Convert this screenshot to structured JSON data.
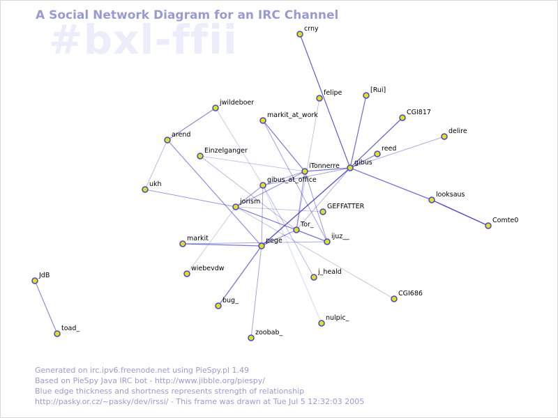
{
  "header": {
    "title": "A Social Network Diagram for an IRC Channel",
    "channel": "#bxl-ffii"
  },
  "colors": {
    "background": "#ffffff",
    "title": "#9a9ad2",
    "watermark": "#ececfb",
    "node_fill": "#e0e020",
    "node_stroke": "#4646c8",
    "edge": "#3c3cc8"
  },
  "graph": {
    "nodes": [
      {
        "id": "crny",
        "label": "crny"
      },
      {
        "id": "felipe",
        "label": "felipe"
      },
      {
        "id": "rui",
        "label": "[Rui]"
      },
      {
        "id": "cgi817",
        "label": "CGI817"
      },
      {
        "id": "jwildeboer",
        "label": "jwildeboer"
      },
      {
        "id": "markit_at_work",
        "label": "markit_at_work"
      },
      {
        "id": "delire",
        "label": "delire"
      },
      {
        "id": "arend",
        "label": "arend"
      },
      {
        "id": "reed",
        "label": "reed"
      },
      {
        "id": "einzelganger",
        "label": "Einzelganger"
      },
      {
        "id": "gibus",
        "label": "gibus"
      },
      {
        "id": "itonnerre",
        "label": "iTonnerre"
      },
      {
        "id": "gibus_at_office",
        "label": "gibus_at_office"
      },
      {
        "id": "ukh",
        "label": "ukh"
      },
      {
        "id": "looksaus",
        "label": "looksaus"
      },
      {
        "id": "jorism",
        "label": "jorism"
      },
      {
        "id": "geffatter",
        "label": "GEFFATTER"
      },
      {
        "id": "comte0",
        "label": "Comte0"
      },
      {
        "id": "tor_",
        "label": "Tor_"
      },
      {
        "id": "markit",
        "label": "markit"
      },
      {
        "id": "pege",
        "label": "pege"
      },
      {
        "id": "ijuz__",
        "label": "ijuz__"
      },
      {
        "id": "wiebevdw",
        "label": "wiebevdw"
      },
      {
        "id": "j_heald",
        "label": "j_heald"
      },
      {
        "id": "jdb",
        "label": "JdB"
      },
      {
        "id": "cgi686",
        "label": "CGI686"
      },
      {
        "id": "bug_",
        "label": "bug_"
      },
      {
        "id": "nulpic_",
        "label": "nulpic_"
      },
      {
        "id": "toad_",
        "label": "toad_"
      },
      {
        "id": "zoobab_",
        "label": "zoobab_"
      }
    ],
    "edges": [
      {
        "source": "crny",
        "target": "gibus",
        "strength": 0.75
      },
      {
        "source": "rui",
        "target": "gibus",
        "strength": 0.7
      },
      {
        "source": "cgi817",
        "target": "gibus",
        "strength": 0.75
      },
      {
        "source": "reed",
        "target": "gibus",
        "strength": 0.6
      },
      {
        "source": "delire",
        "target": "gibus",
        "strength": 0.35
      },
      {
        "source": "gibus",
        "target": "looksaus",
        "strength": 0.7
      },
      {
        "source": "looksaus",
        "target": "comte0",
        "strength": 0.9
      },
      {
        "source": "gibus",
        "target": "itonnerre",
        "strength": 0.65
      },
      {
        "source": "gibus",
        "target": "gibus_at_office",
        "strength": 0.4
      },
      {
        "source": "gibus",
        "target": "pege",
        "strength": 0.85
      },
      {
        "source": "gibus",
        "target": "tor_",
        "strength": 0.35
      },
      {
        "source": "felipe",
        "target": "tor_",
        "strength": 0.25
      },
      {
        "source": "markit_at_work",
        "target": "itonnerre",
        "strength": 0.65
      },
      {
        "source": "markit_at_work",
        "target": "ijuz__",
        "strength": 0.4
      },
      {
        "source": "jwildeboer",
        "target": "arend",
        "strength": 0.55
      },
      {
        "source": "jwildeboer",
        "target": "gibus_at_office",
        "strength": 0.2
      },
      {
        "source": "arend",
        "target": "ukh",
        "strength": 0.3
      },
      {
        "source": "arend",
        "target": "pege",
        "strength": 0.55
      },
      {
        "source": "einzelganger",
        "target": "itonnerre",
        "strength": 0.25
      },
      {
        "source": "einzelganger",
        "target": "tor_",
        "strength": 0.3
      },
      {
        "source": "ukh",
        "target": "jorism",
        "strength": 0.45
      },
      {
        "source": "jorism",
        "target": "itonnerre",
        "strength": 0.5
      },
      {
        "source": "jorism",
        "target": "gibus_at_office",
        "strength": 0.55
      },
      {
        "source": "jorism",
        "target": "geffatter",
        "strength": 0.25
      },
      {
        "source": "jorism",
        "target": "ijuz__",
        "strength": 0.5
      },
      {
        "source": "jorism",
        "target": "cgi686",
        "strength": 0.25
      },
      {
        "source": "jorism",
        "target": "tor_",
        "strength": 0.35
      },
      {
        "source": "jorism",
        "target": "wiebevdw",
        "strength": 0.2
      },
      {
        "source": "itonnerre",
        "target": "tor_",
        "strength": 0.5
      },
      {
        "source": "itonnerre",
        "target": "ijuz__",
        "strength": 0.45
      },
      {
        "source": "itonnerre",
        "target": "gibus_at_office",
        "strength": 0.4
      },
      {
        "source": "gibus_at_office",
        "target": "pege",
        "strength": 0.4
      },
      {
        "source": "gibus_at_office",
        "target": "j_heald",
        "strength": 0.3
      },
      {
        "source": "gibus_at_office",
        "target": "nulpic_",
        "strength": 0.15
      },
      {
        "source": "tor_",
        "target": "pege",
        "strength": 0.55
      },
      {
        "source": "tor_",
        "target": "ijuz__",
        "strength": 0.5
      },
      {
        "source": "markit",
        "target": "pege",
        "strength": 0.65
      },
      {
        "source": "markit",
        "target": "ijuz__",
        "strength": 0.35
      },
      {
        "source": "pege",
        "target": "bug_",
        "strength": 0.7
      },
      {
        "source": "pege",
        "target": "zoobab_",
        "strength": 0.4
      },
      {
        "source": "jdb",
        "target": "toad_",
        "strength": 0.55
      }
    ]
  },
  "footer": {
    "lines": [
      "Generated on irc.ipv6.freenode.net using PieSpy.pl 1.49",
      "Based on PieSpy Java IRC bot - http://www.jibble.org/piespy/",
      "Blue edge thickness and shortness represents strength of relationship",
      "http://pasky.or.cz/~pasky/dev/irssi/ - This frame was drawn at Tue Jul  5 12:32:03 2005"
    ]
  }
}
